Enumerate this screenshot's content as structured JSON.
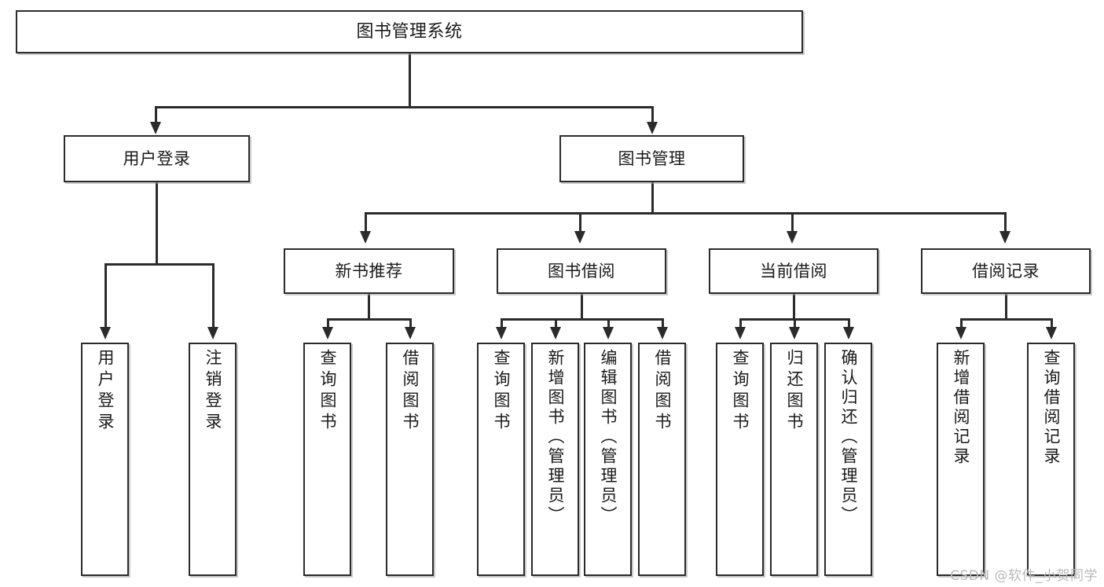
{
  "diagram": {
    "title": "图书管理系统",
    "type": "tree-hierarchy-diagram",
    "watermark": "CSDN @软件_小贺同学",
    "colors": {
      "box_border": "#2b2b2b",
      "box_fill": "#ffffff",
      "line": "#2b2b2b",
      "text": "#1a1a1a",
      "watermark": "#b9b9b9",
      "background": "#ffffff"
    }
  },
  "nodes": {
    "root": {
      "label": "图书管理系统"
    },
    "level2": [
      {
        "label": "用户登录"
      },
      {
        "label": "图书管理"
      }
    ],
    "level3": [
      {
        "label": "新书推荐"
      },
      {
        "label": "图书借阅"
      },
      {
        "label": "当前借阅"
      },
      {
        "label": "借阅记录"
      }
    ],
    "leaves": {
      "user_login": [
        {
          "label": "用户登录"
        },
        {
          "label": "注销登录"
        }
      ],
      "new_book_recommend": [
        {
          "label": "查询图书"
        },
        {
          "label": "借阅图书"
        }
      ],
      "book_borrow": [
        {
          "label": "查询图书"
        },
        {
          "label": "新增图书（管理员）"
        },
        {
          "label": "编辑图书（管理员）"
        },
        {
          "label": "借阅图书"
        }
      ],
      "current_borrow": [
        {
          "label": "查询图书"
        },
        {
          "label": "归还图书"
        },
        {
          "label": "确认归还（管理员）"
        }
      ],
      "borrow_record": [
        {
          "label": "新增借阅记录"
        },
        {
          "label": "查询借阅记录"
        }
      ]
    }
  }
}
